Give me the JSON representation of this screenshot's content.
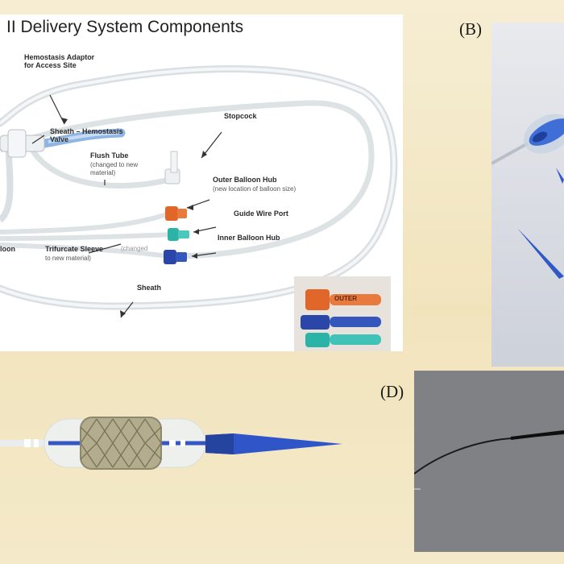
{
  "panel_a": {
    "title": "II Delivery System Components",
    "labels": {
      "hemostasis_adaptor": "Hemostasis Adaptor\nfor Access Site",
      "sheath_valve": "Sheath – Hemostasis\nValve",
      "stopcock": "Stopcock",
      "flush_tube": "Flush Tube",
      "flush_tube_note": "(changed to new\nmaterial)",
      "outer_balloon_hub": "Outer Balloon Hub",
      "outer_balloon_hub_note": "(new location of balloon size)",
      "guide_wire_port": "Guide Wire Port",
      "inner_balloon_hub": "Inner Balloon Hub",
      "balloon_partial": "loon",
      "trifurcate_sleeve": "Trifurcate Sleeve",
      "trifurcate_sleeve_note_a": "(changed",
      "trifurcate_sleeve_note_b": "to new material)",
      "sheath": "Sheath"
    },
    "inset_photo": {
      "hub_marking": "OUTER"
    },
    "colors": {
      "outer_hub": "#e0662a",
      "guide_wire_port": "#2bb3a8",
      "inner_hub": "#2a46a8",
      "tubing": "#dfe4e6"
    }
  },
  "panel_letters": {
    "b": "(B)",
    "d": "(D)"
  },
  "colors": {
    "background": "#f3e8c6",
    "blue_catheter": "#2f55c9"
  }
}
